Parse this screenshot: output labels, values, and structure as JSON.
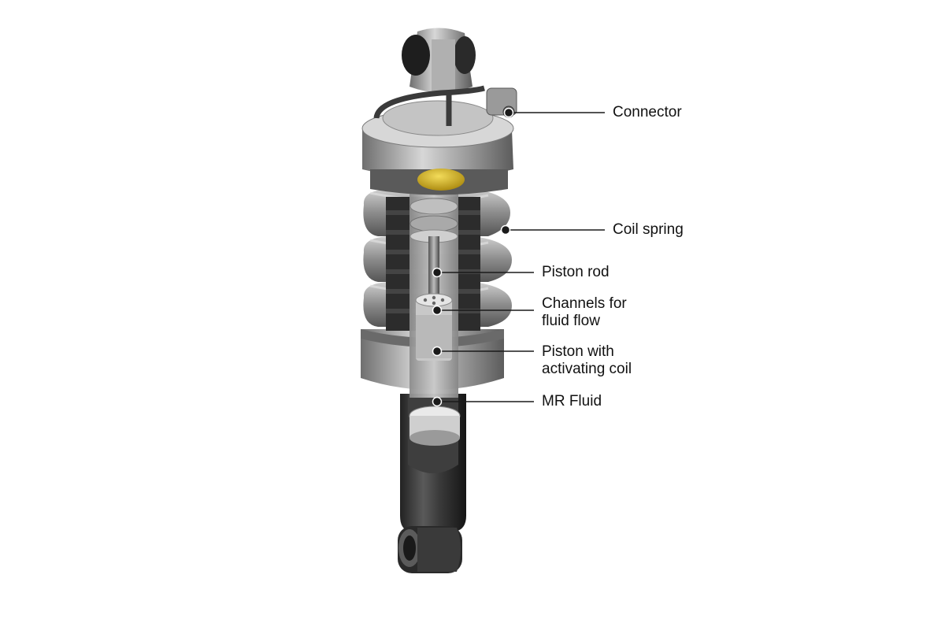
{
  "diagram": {
    "labels": {
      "connector": [
        "Connector"
      ],
      "coil_spring": [
        "Coil spring"
      ],
      "piston_rod": [
        "Piston rod"
      ],
      "channels": [
        "Channels for",
        "fluid flow"
      ],
      "piston_coil": [
        "Piston with",
        "activating coil"
      ],
      "mr_fluid": [
        "MR Fluid"
      ]
    },
    "colors": {
      "background": "#ffffff",
      "text": "#111111",
      "leader": "#1a1a1a",
      "housing": "#4a4a4a",
      "spring": "#8a8a8a",
      "bump_stop": "#d4b21c"
    }
  }
}
